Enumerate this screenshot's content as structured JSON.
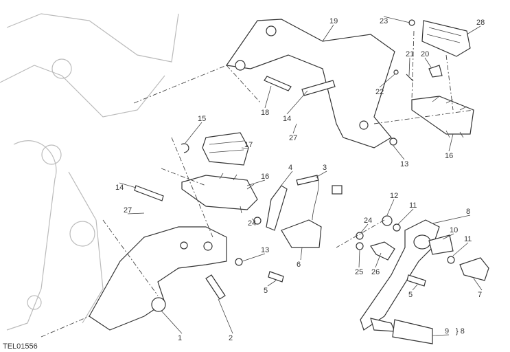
{
  "drawing_code": "TEL01556",
  "callouts": [
    {
      "id": "19",
      "part": "19"
    },
    {
      "id": "23",
      "part": "23"
    },
    {
      "id": "28",
      "part": "28"
    },
    {
      "id": "21",
      "part": "21"
    },
    {
      "id": "20",
      "part": "20"
    },
    {
      "id": "22",
      "part": "22"
    },
    {
      "id": "18",
      "part": "18"
    },
    {
      "id": "14a",
      "part": "14"
    },
    {
      "id": "27a",
      "part": "27"
    },
    {
      "id": "13a",
      "part": "13"
    },
    {
      "id": "16a",
      "part": "16"
    },
    {
      "id": "15",
      "part": "15"
    },
    {
      "id": "17",
      "part": "17"
    },
    {
      "id": "4",
      "part": "4"
    },
    {
      "id": "3",
      "part": "3"
    },
    {
      "id": "16b",
      "part": "16"
    },
    {
      "id": "14b",
      "part": "14"
    },
    {
      "id": "27b",
      "part": "27"
    },
    {
      "id": "12",
      "part": "12"
    },
    {
      "id": "11a",
      "part": "11"
    },
    {
      "id": "8a",
      "part": "8"
    },
    {
      "id": "24a",
      "part": "24"
    },
    {
      "id": "24b",
      "part": "24"
    },
    {
      "id": "10",
      "part": "10"
    },
    {
      "id": "11b",
      "part": "11"
    },
    {
      "id": "13b",
      "part": "13"
    },
    {
      "id": "6",
      "part": "6"
    },
    {
      "id": "25",
      "part": "25"
    },
    {
      "id": "26",
      "part": "26"
    },
    {
      "id": "5a",
      "part": "5"
    },
    {
      "id": "5b",
      "part": "5"
    },
    {
      "id": "7",
      "part": "7"
    },
    {
      "id": "1",
      "part": "1"
    },
    {
      "id": "2",
      "part": "2"
    },
    {
      "id": "9",
      "part": "9"
    },
    {
      "id": "8b",
      "part": "8"
    }
  ],
  "group_bracket": "}"
}
